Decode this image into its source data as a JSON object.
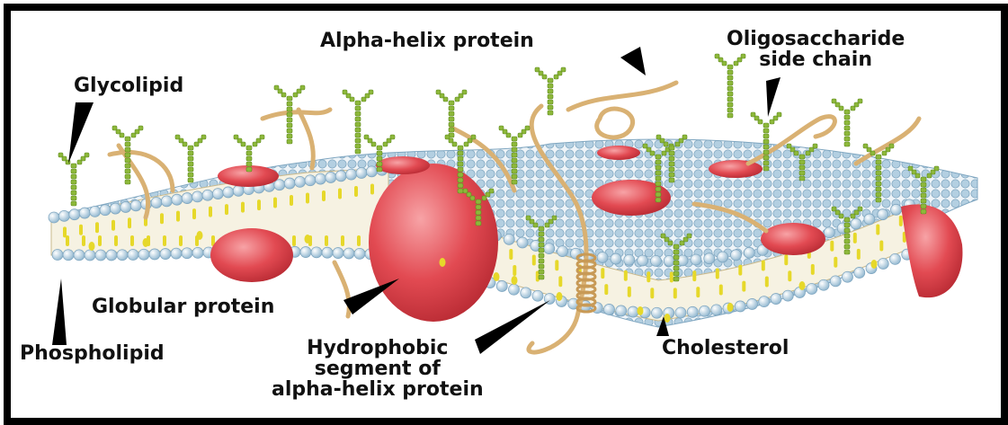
{
  "labels": {
    "alpha_helix": "Alpha-helix protein",
    "oligosaccharide": [
      "Oligosaccharide",
      "side chain"
    ],
    "glycolipid": "Glycolipid",
    "globular_protein": "Globular protein",
    "phospholipid": "Phospholipid",
    "hydrophobic_segment": [
      "Hydrophobic",
      "segment of",
      "alpha-helix protein"
    ],
    "cholesterol": "Cholesterol"
  },
  "colors": {
    "border": "#000000",
    "phospholipid_head": "#a9c8dc",
    "protein": "#e0454d",
    "glycolipid_chain": "#8db83a",
    "cholesterol": "#e6d82a",
    "helix_protein": "#d9b173"
  }
}
